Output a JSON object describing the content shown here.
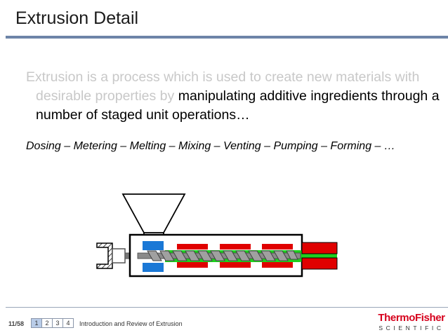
{
  "slide": {
    "title": "Extrusion Detail",
    "paragraph_faded": "Extrusion is a process which is used to create new materials with desirable properties by ",
    "paragraph_emphasis": "manipulating additive ingredients through a number of staged unit operations…",
    "steps": "Dosing – Metering – Melting – Mixing – Venting – Pumping – Forming – …"
  },
  "diagram": {
    "colors": {
      "hopper_outline": "#000000",
      "barrel_outline": "#000000",
      "feed_zone": "#1a78d6",
      "heater_bands": "#e00000",
      "melt": "#1ed01e",
      "screw": "#8a8a8a",
      "die": "#e00000",
      "motor_coupling": "#777777"
    },
    "heater_band_count": 3
  },
  "footer": {
    "page_indicator": "11/58",
    "pages": [
      "1",
      "2",
      "3",
      "4"
    ],
    "active_page": "1",
    "section_title": "Introduction and Review of Extrusion",
    "logo_name": "ThermoFisher",
    "logo_sub": "SCIENTIFIC",
    "accent_color": "#d6001c"
  }
}
